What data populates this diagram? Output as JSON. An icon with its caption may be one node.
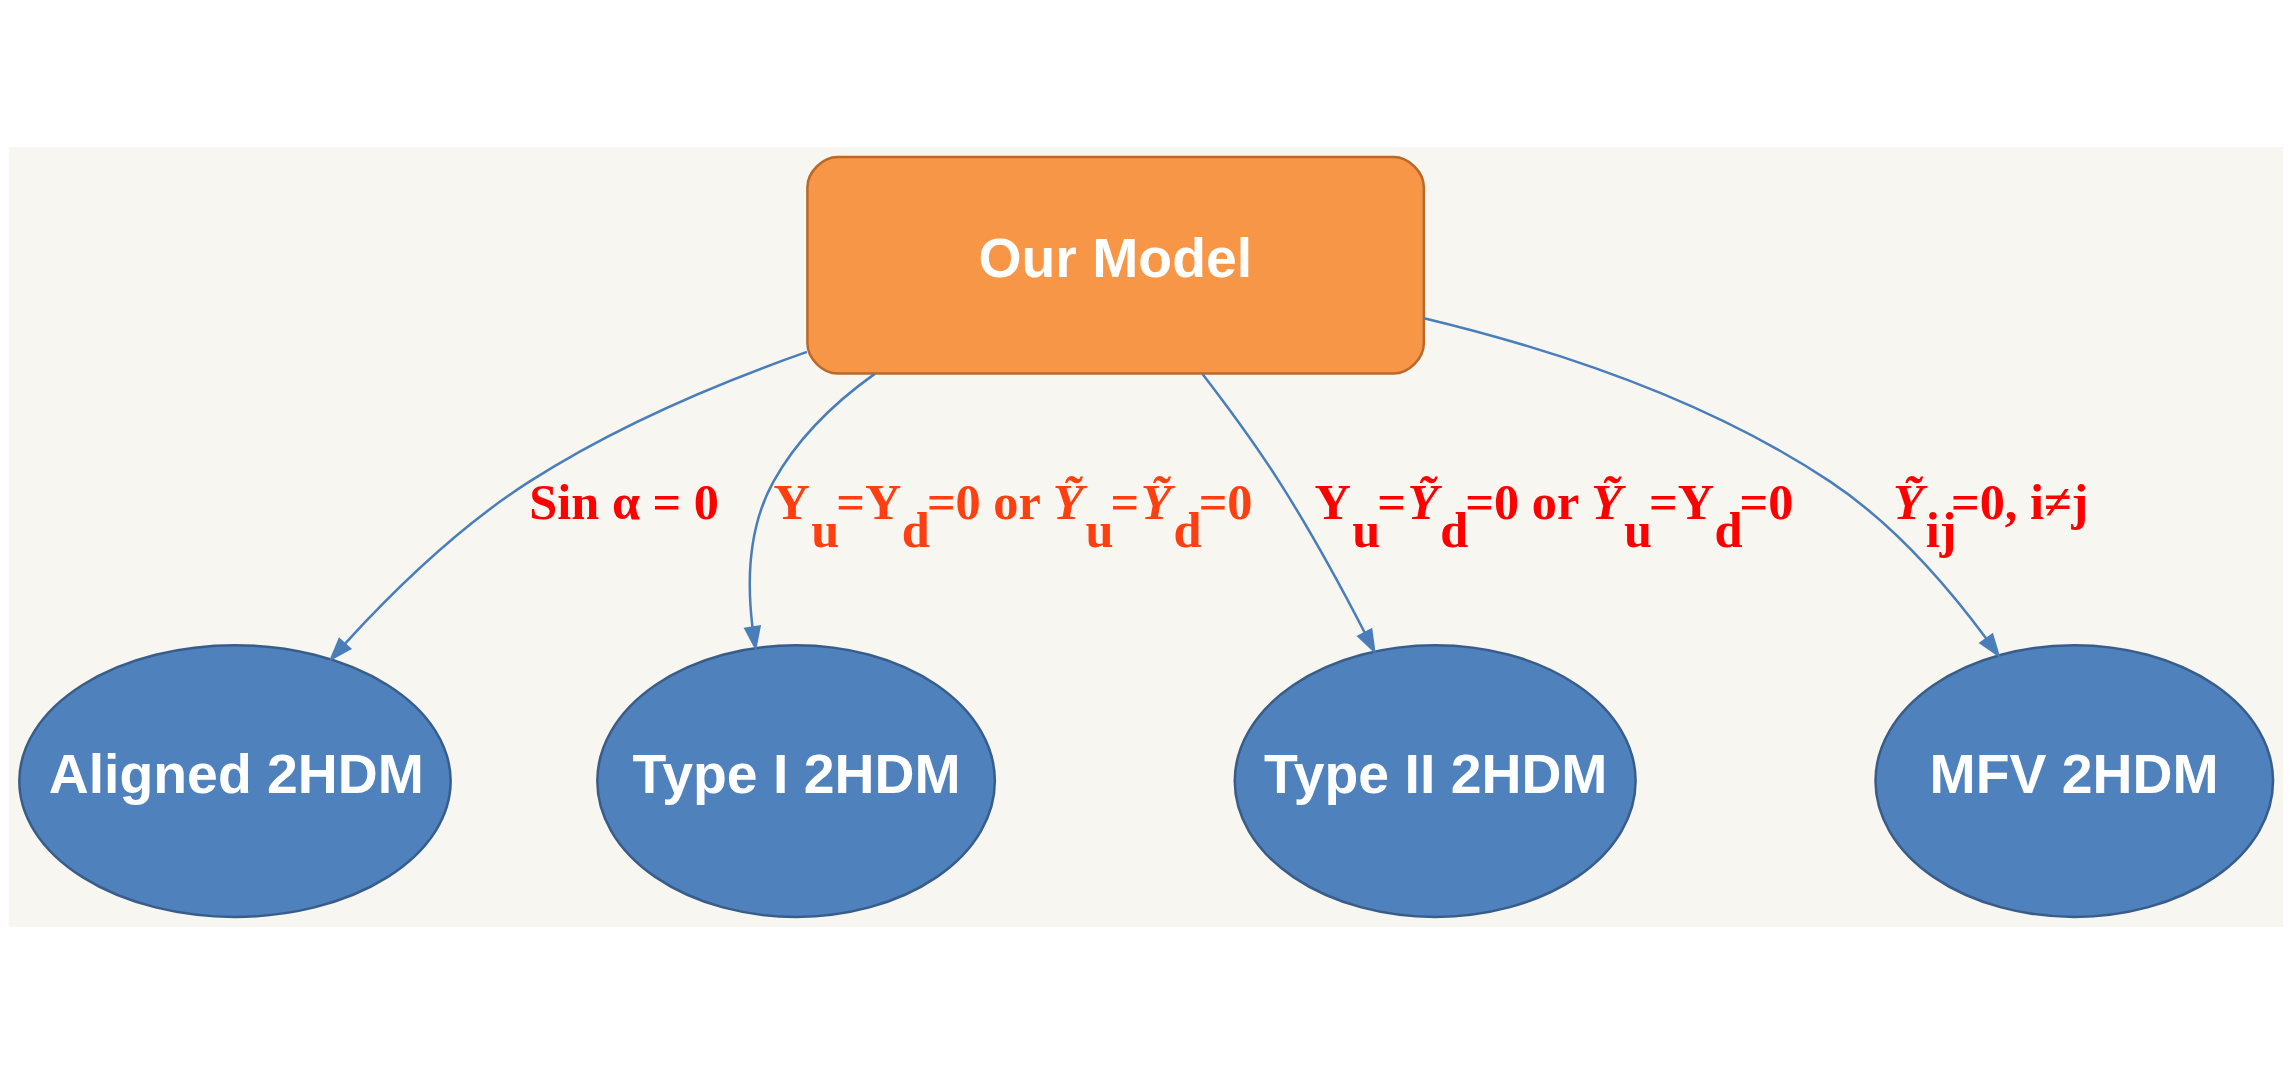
{
  "diagram": {
    "nodes": [
      {
        "text": [
          "Our Model"
        ]
      },
      {
        "text": [
          "Aligned 2HDM"
        ]
      },
      {
        "text": [
          "Type I 2HDM"
        ]
      },
      {
        "text": [
          "Type II 2HDM"
        ]
      },
      {
        "text": [
          "MFV 2HDM"
        ]
      }
    ],
    "edges": [
      {
        "from": 0,
        "to": 2,
        "arrow": "to",
        "label": "Y$_{u}$=Y$_{d}$=0 or *Ỹ*$_{u}$=*Ỹ*$_{d}$=0"
      },
      {
        "from": 0,
        "to": 3,
        "arrow": "to",
        "label": "Y$_{u}$=*Ỹ*$_{d}$=0 or *Ỹ*$_{u}$=Y$_{d}$=0"
      },
      {
        "from": 0,
        "to": 4,
        "arrow": "to",
        "label": "*Ỹ*$_{ij}$=0, i≠j"
      },
      {
        "from": 0,
        "to": 1,
        "arrow": "to",
        "label": "Sin α = 0"
      }
    ]
  }
}
